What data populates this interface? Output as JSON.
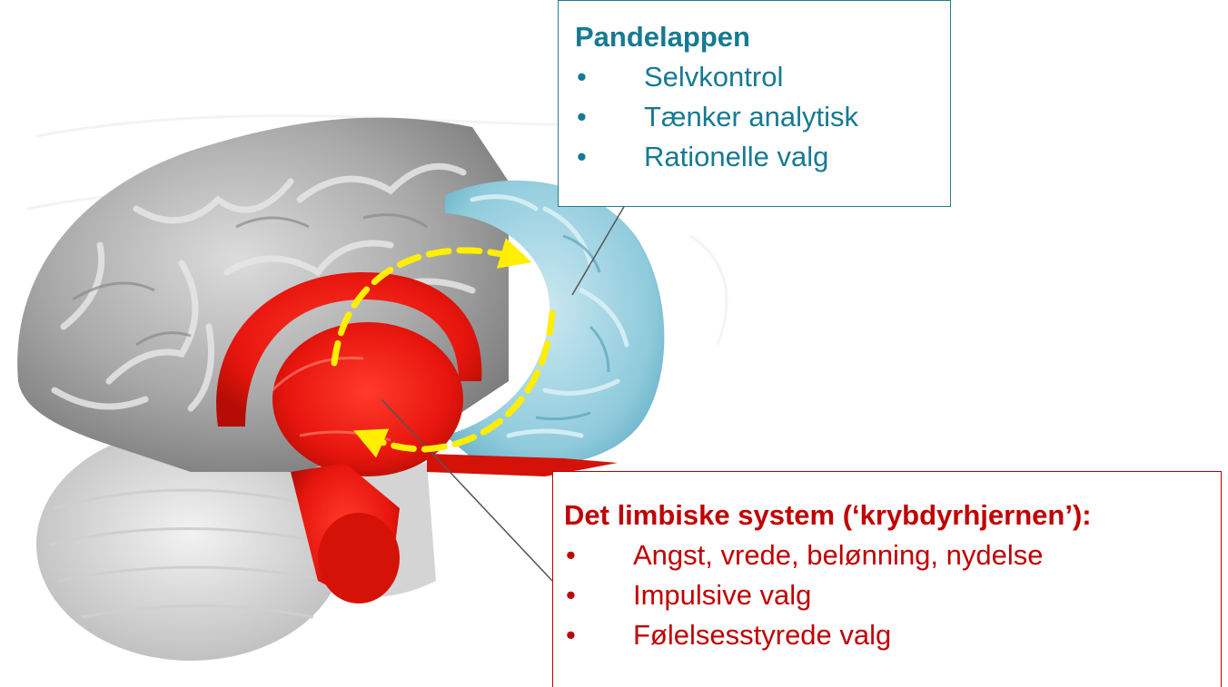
{
  "frontal": {
    "title": "Pandelappen",
    "items": [
      "Selvkontrol",
      "Tænker analytisk",
      "Rationelle valg"
    ],
    "color": "#167a93",
    "region_color": "#8fcbdc"
  },
  "limbic": {
    "title": "Det limbiske system (‘krybdyrhjernen’):",
    "items": [
      "Angst, vrede, belønning, nydelse",
      "Impulsive valg",
      "Følelsesstyrede valg"
    ],
    "color": "#c00000",
    "region_color": "#e8160e"
  },
  "arrows": {
    "color": "#ffee00",
    "style": "dashed",
    "direction": "bidirectional"
  },
  "bullet_glyph": "•"
}
